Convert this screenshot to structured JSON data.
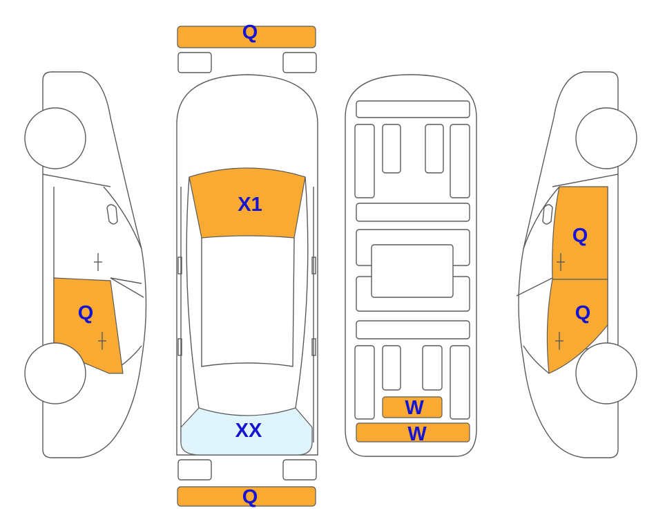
{
  "colors": {
    "damage_fill": "#f8aa32",
    "windshield_fill": "#e0f4fb",
    "label_color": "#1414d2",
    "outline": "#5a5a5a"
  },
  "marks": {
    "front_bumper": "Q",
    "rear_bumper": "Q",
    "windshield": "X1",
    "rear_window": "XX",
    "left_rear_door": "Q",
    "right_front_door": "Q",
    "right_rear_door": "Q",
    "underbody_upper": "W",
    "underbody_lower": "W"
  }
}
